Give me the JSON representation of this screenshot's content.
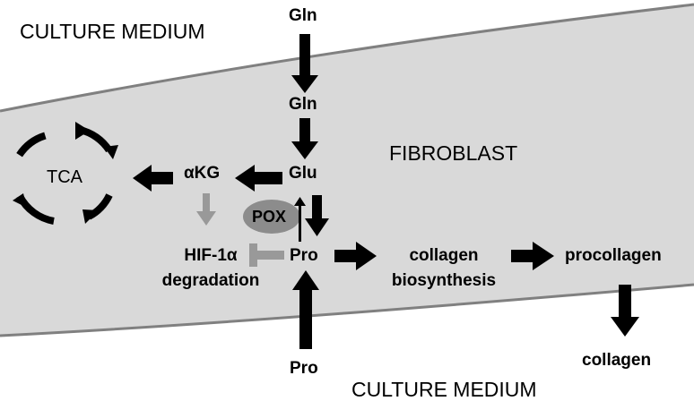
{
  "regions": {
    "medium_top": "CULTURE MEDIUM",
    "medium_bottom": "CULTURE MEDIUM",
    "cell": "FIBROBLAST"
  },
  "metabolites": {
    "gln_outside": "Gln",
    "gln_inside": "Gln",
    "glu": "Glu",
    "akg": "αKG",
    "tca": "TCA",
    "pro": "Pro",
    "pro_outside": "Pro",
    "hif_line1": "HIF-1α",
    "hif_line2": "degradation",
    "collagen_line1": "collagen",
    "collagen_line2": "biosynthesis",
    "procollagen": "procollagen",
    "collagen_out": "collagen"
  },
  "enzymes": {
    "pox": "POX"
  },
  "colors": {
    "cell_fill": "#d9d9d9",
    "membrane": "#808080",
    "arrow": "#000000",
    "inhibit_arrow": "#999999",
    "pox_fill": "#8c8c8c"
  }
}
